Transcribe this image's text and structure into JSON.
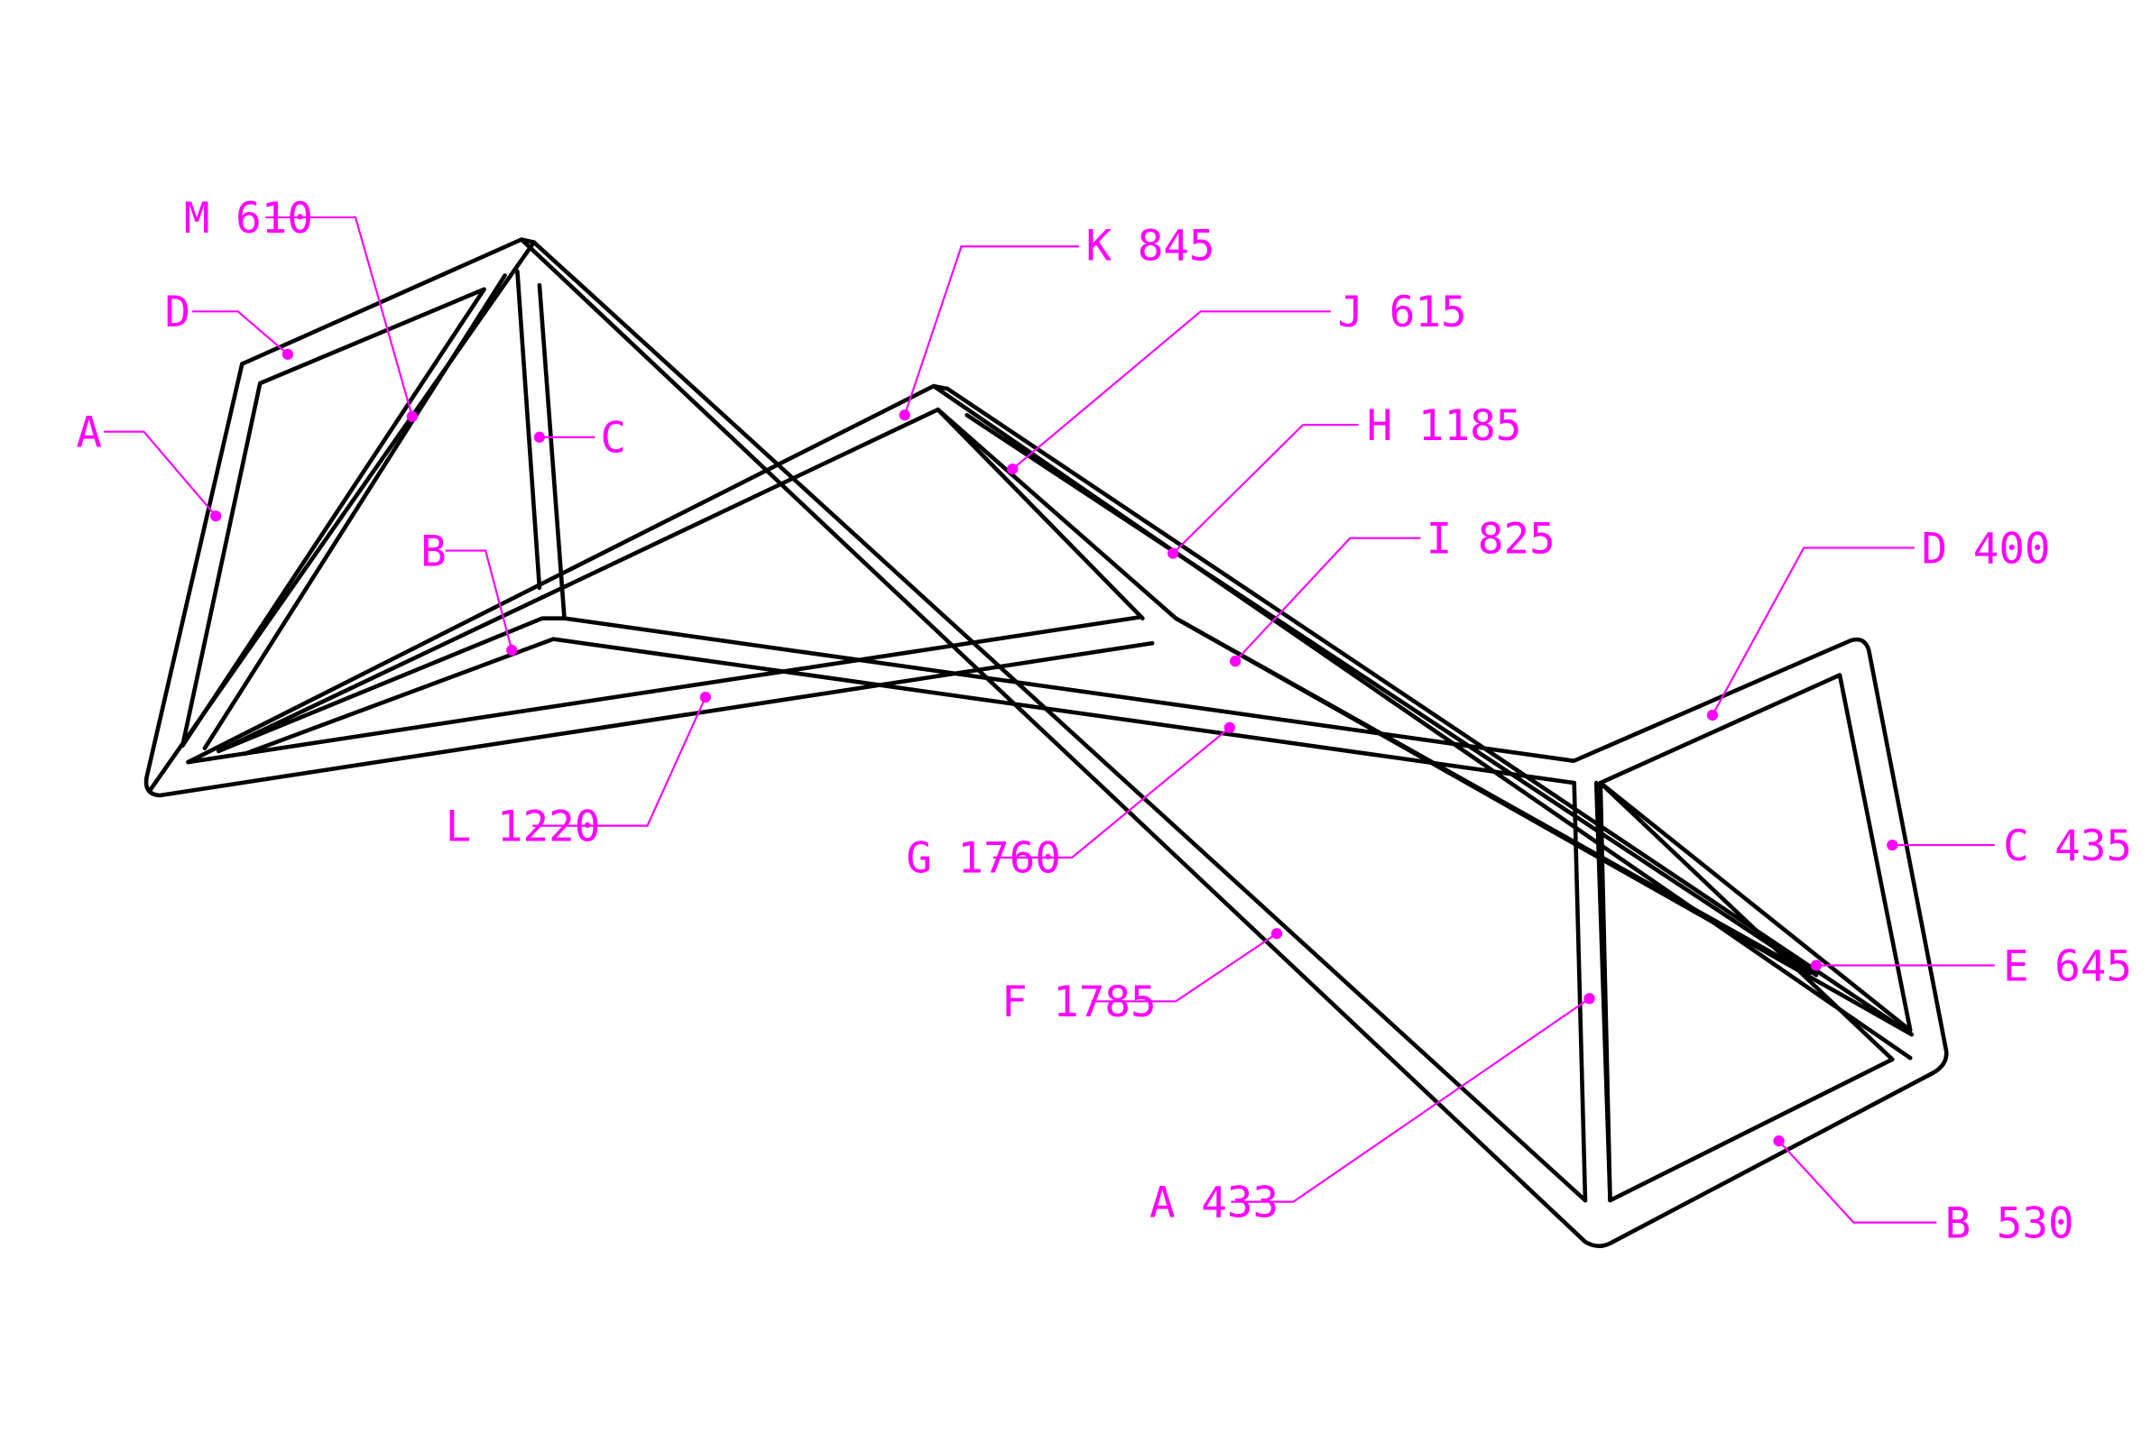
{
  "diagram": {
    "accent_color": "#ff00ff",
    "line_color": "#000000",
    "callouts": [
      {
        "id": "M",
        "text": "M 610"
      },
      {
        "id": "D-left",
        "text": "D"
      },
      {
        "id": "A-left",
        "text": "A"
      },
      {
        "id": "C-left",
        "text": "C"
      },
      {
        "id": "B-left",
        "text": "B"
      },
      {
        "id": "L",
        "text": "L 1220"
      },
      {
        "id": "K",
        "text": "K 845"
      },
      {
        "id": "J",
        "text": "J 615"
      },
      {
        "id": "H",
        "text": "H 1185"
      },
      {
        "id": "I",
        "text": "I 825"
      },
      {
        "id": "G",
        "text": "G 1760"
      },
      {
        "id": "F",
        "text": "F 1785"
      },
      {
        "id": "D-right",
        "text": "D 400"
      },
      {
        "id": "C-right",
        "text": "C 435"
      },
      {
        "id": "E",
        "text": "E 645"
      },
      {
        "id": "A-right",
        "text": "A 433"
      },
      {
        "id": "B-right",
        "text": "B 530"
      }
    ]
  }
}
